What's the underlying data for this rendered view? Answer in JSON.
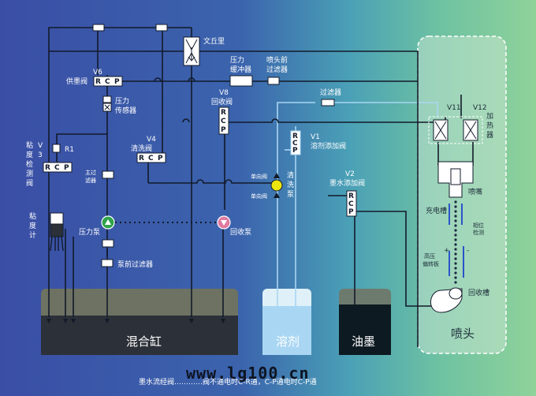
{
  "labels": {
    "venturi": "文丘里",
    "v6_code": "V6",
    "v6_name": "供墨阀",
    "pressure_sensor": [
      "压力",
      "传感器"
    ],
    "pressure_buffer": [
      "压力",
      "缓冲器"
    ],
    "pre_nozzle_filter": [
      "喷头前",
      "过滤器"
    ],
    "filter": "过滤器",
    "v8_code": "V8",
    "v8_name": "回收阀",
    "v11": "V11",
    "v12": "V12",
    "heater": [
      "加",
      "热",
      "器"
    ],
    "viscosity_valve": [
      "粘",
      "度",
      "检",
      "测",
      "阀"
    ],
    "v3": [
      "V",
      "3"
    ],
    "r1": "R1",
    "main_filter": [
      "主过",
      "滤器"
    ],
    "v4_code": "V4",
    "v4_name": "清洗阀",
    "v1_code": "V1",
    "v1_name": "溶剂添加阀",
    "check_valve_top": "单向阀",
    "check_valve_bottom": "单向阀",
    "wash_pump": [
      "清",
      "洗",
      "泵"
    ],
    "v2_code": "V2",
    "v2_name": "墨水添加阀",
    "nozzle_tip": "喷嘴",
    "charge_slot": "充电槽",
    "phase_detect": [
      "相位",
      "检测"
    ],
    "hv_deflector": [
      "高压",
      "偏转板"
    ],
    "plus": "+",
    "minus": "-",
    "recovery_slot": "回收槽",
    "viscometer": [
      "粘",
      "度",
      "计"
    ],
    "pressure_pump": "压力泵",
    "recovery_pump": "回收泵",
    "pre_pump_filter": "泵前过滤器",
    "r": "R",
    "c": "C",
    "p": "P"
  },
  "tanks": {
    "mix": "混合缸",
    "solvent": "溶剂",
    "ink": "油墨",
    "nozzle_head": "喷头"
  },
  "footer": {
    "caption": "墨水流经阀…………阀不通电时C-R通，C-P通电时C-P通",
    "watermark": "www.lg100.cn"
  },
  "colors": {
    "pipe": "#121a2a",
    "solvent_pipe": "#a9d6f3",
    "pump_green": "#2fa34a",
    "pump_pink": "#e07aa0",
    "wash_pump_yellow": "#ece60f"
  }
}
